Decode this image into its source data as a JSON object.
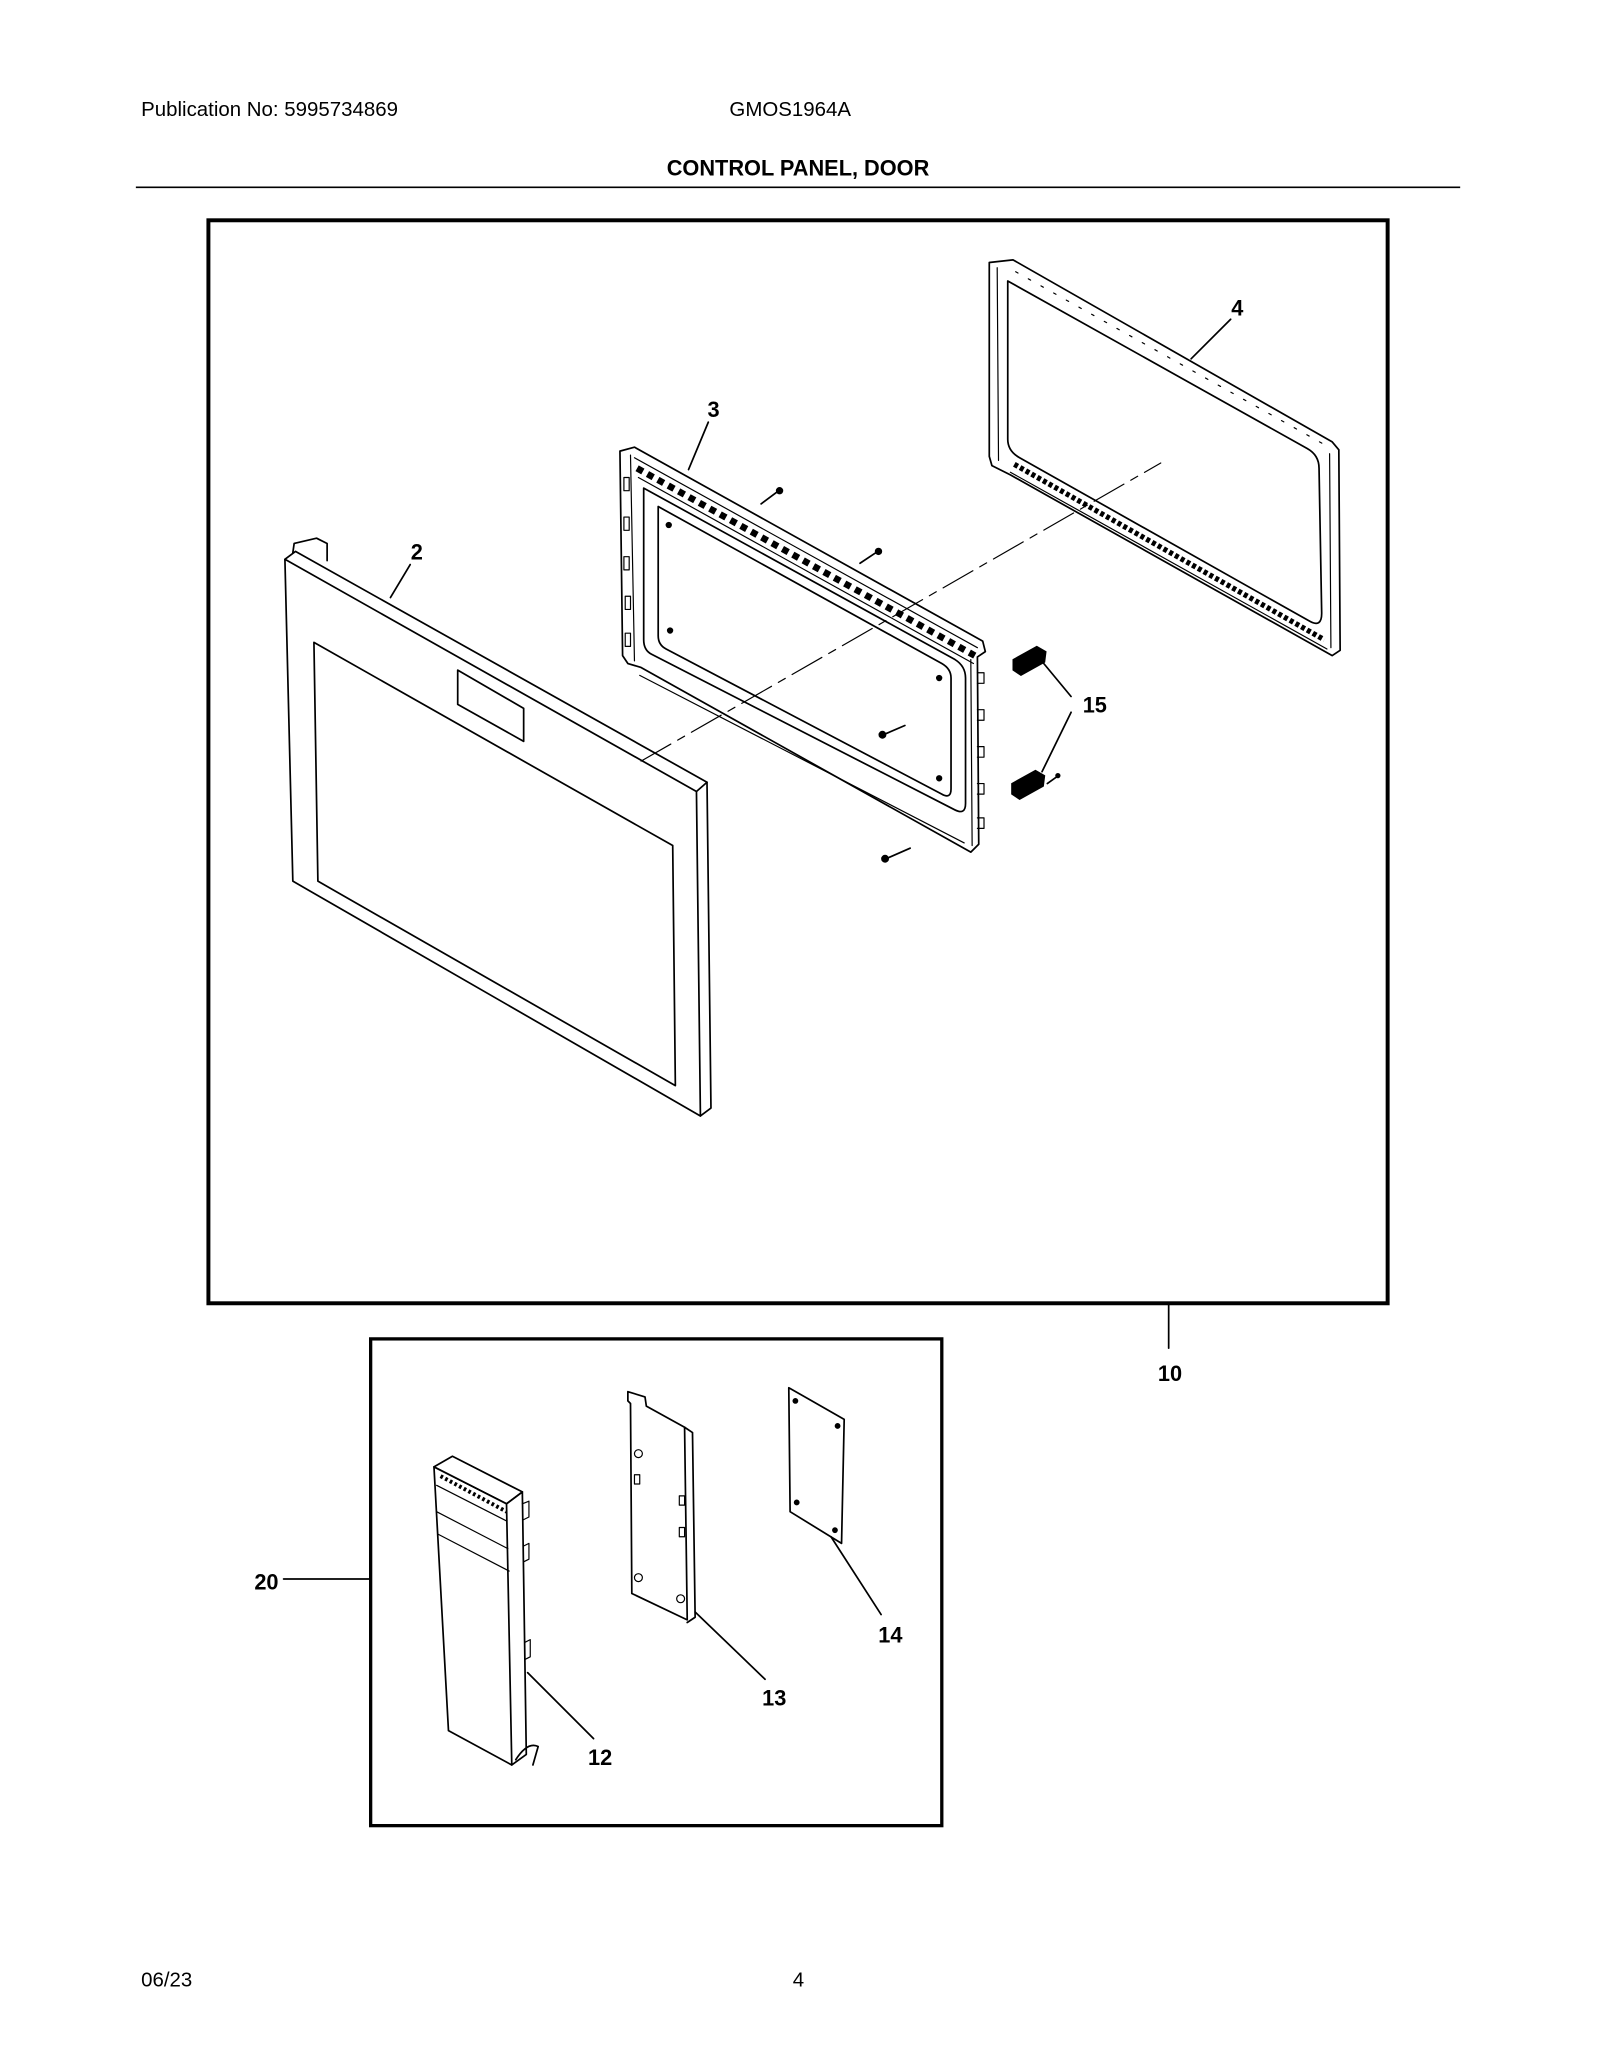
{
  "header": {
    "publication_label": "Publication No: 5995734869",
    "model": "GMOS1964A",
    "section_title": "CONTROL PANEL, DOOR"
  },
  "callouts": {
    "item_2": "2",
    "item_3": "3",
    "item_4": "4",
    "item_15": "15",
    "item_10": "10",
    "item_20": "20",
    "item_12": "12",
    "item_13": "13",
    "item_14": "14"
  },
  "footer": {
    "date": "06/23",
    "page_number": "4"
  },
  "colors": {
    "ink": "#000000",
    "paper": "#ffffff"
  }
}
